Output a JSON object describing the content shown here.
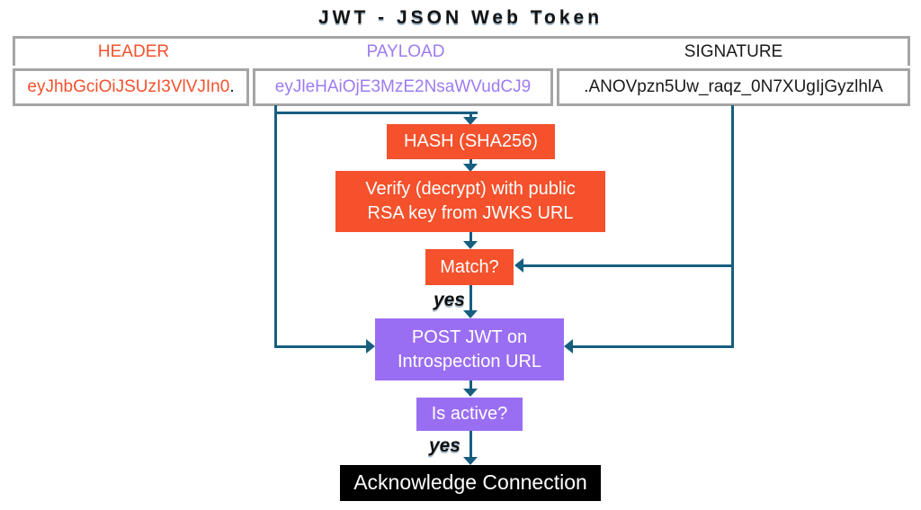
{
  "title": "JWT - JSON Web Token",
  "token_bar": {
    "sections": [
      {
        "label": "HEADER",
        "token": "eyJhbGciOiJSUzI3VlVJIn0",
        "separator_suffix": "."
      },
      {
        "label": "PAYLOAD",
        "token": "eyJleHAiOjE3MzE2NsaWVudCJ9",
        "separator_suffix": ""
      },
      {
        "label": "SIGNATURE",
        "token": "ANOVpzn5Uw_raqz_0N7XUgIjGyzlhlA",
        "separator_prefix": "."
      }
    ]
  },
  "flow": {
    "hash_label": "HASH (SHA256)",
    "verify_line1": "Verify (decrypt) with public",
    "verify_line2": "RSA key from JWKS URL",
    "match_label": "Match?",
    "yes_match": "yes",
    "post_line1": "POST JWT on",
    "post_line2": "Introspection URL",
    "is_active_label": "Is active?",
    "yes_active": "yes",
    "ack_label": "Acknowledge Connection"
  },
  "colors": {
    "orange": "#f4512c",
    "purple_box": "#9a6ef2",
    "purple_text": "#9d7bf2",
    "signature_text": "#1a1a1a",
    "arrow": "#175e80",
    "bracket_gray": "#a5a5a5",
    "ack_bg": "#000000"
  }
}
